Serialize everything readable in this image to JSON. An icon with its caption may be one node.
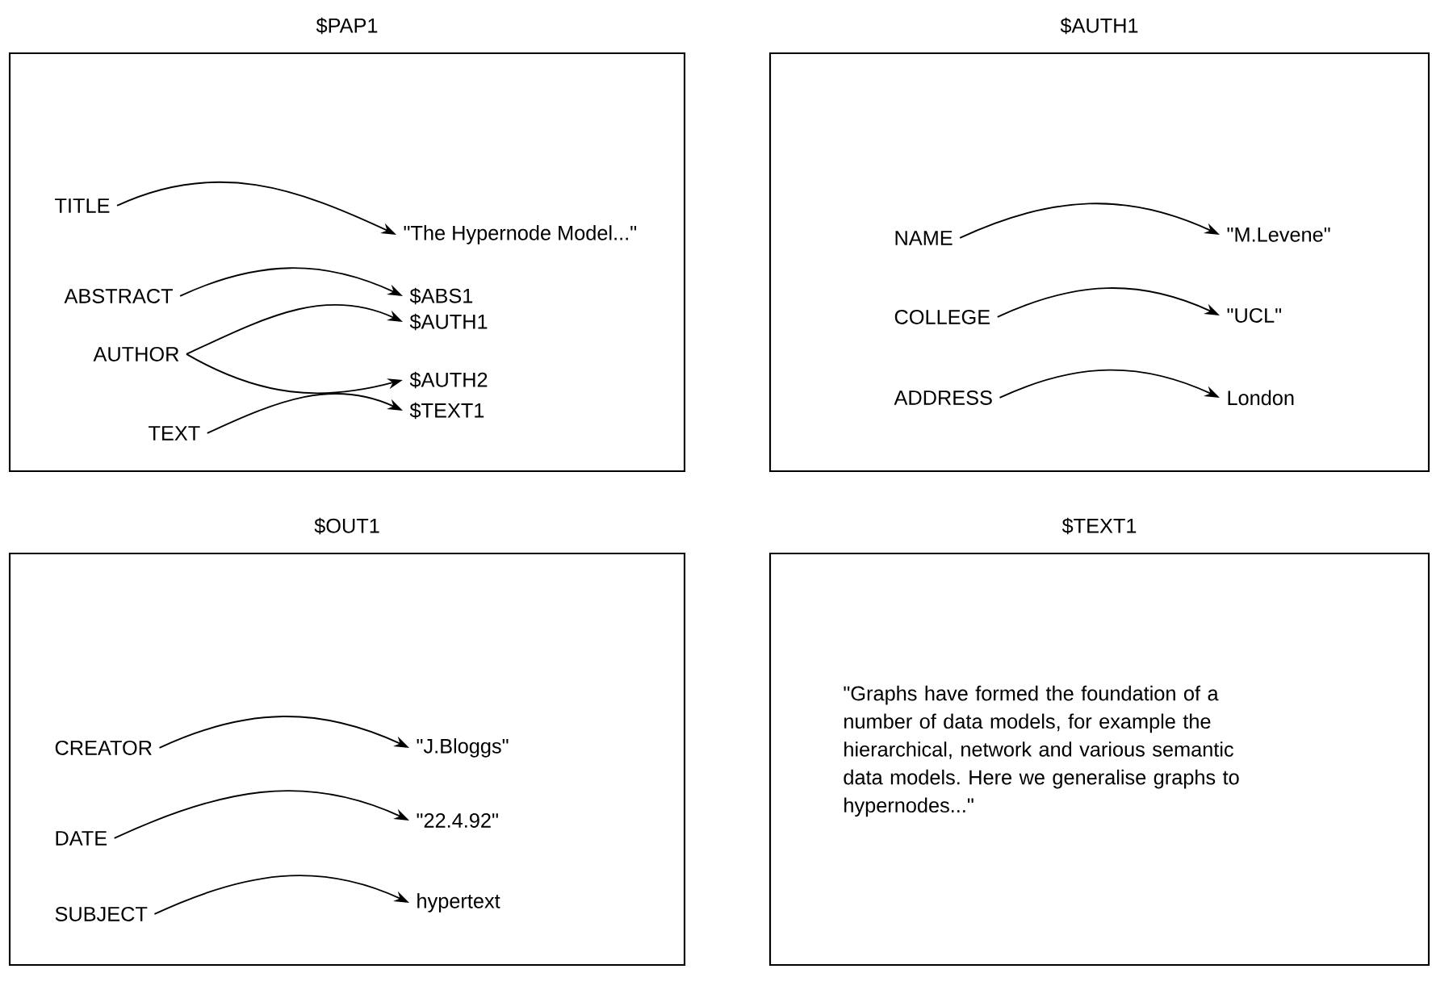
{
  "diagram": {
    "nodes": [
      {
        "text": [
          "$PAP1"
        ]
      },
      {
        "text": [
          "TITLE"
        ],
        "in": 0
      },
      {
        "text": [
          "\"The Hypernode Model...\""
        ],
        "in": 0
      },
      {
        "text": [
          "ABSTRACT"
        ],
        "in": 0
      },
      {
        "text": [
          "$ABS1"
        ],
        "in": 0
      },
      {
        "text": [
          "AUTHOR"
        ],
        "in": 0
      },
      {
        "text": [
          "$AUTH1"
        ],
        "in": 0
      },
      {
        "text": [
          "$AUTH2"
        ],
        "in": 0
      },
      {
        "text": [
          "TEXT"
        ],
        "in": 0
      },
      {
        "text": [
          "$TEXT1"
        ],
        "in": 0
      },
      {
        "text": [
          "$AUTH1"
        ]
      },
      {
        "text": [
          "NAME"
        ],
        "in": 10
      },
      {
        "text": [
          "\"M.Levene\""
        ],
        "in": 10
      },
      {
        "text": [
          "COLLEGE"
        ],
        "in": 10
      },
      {
        "text": [
          "\"UCL\""
        ],
        "in": 10
      },
      {
        "text": [
          "ADDRESS"
        ],
        "in": 10
      },
      {
        "text": [
          "London"
        ],
        "in": 10
      },
      {
        "text": [
          "$OUT1"
        ]
      },
      {
        "text": [
          "CREATOR"
        ],
        "in": 17
      },
      {
        "text": [
          "\"J.Bloggs\""
        ],
        "in": 17
      },
      {
        "text": [
          "DATE"
        ],
        "in": 17
      },
      {
        "text": [
          "\"22.4.92\""
        ],
        "in": 17
      },
      {
        "text": [
          "SUBJECT"
        ],
        "in": 17
      },
      {
        "text": [
          "hypertext"
        ],
        "in": 17
      },
      {
        "text": [
          "$TEXT1",
          "\"Graphs have formed the foundation of a number of data models, for example the hierarchical, network and various semantic data models. Here we generalise graphs to hypernodes...\""
        ]
      }
    ],
    "edges": [
      {
        "from": 1,
        "to": 2,
        "arrow": "to"
      },
      {
        "from": 3,
        "to": 4,
        "arrow": "to"
      },
      {
        "from": 5,
        "to": 6,
        "arrow": "to"
      },
      {
        "from": 5,
        "to": 7,
        "arrow": "to"
      },
      {
        "from": 8,
        "to": 9,
        "arrow": "to"
      },
      {
        "from": 11,
        "to": 12,
        "arrow": "to"
      },
      {
        "from": 13,
        "to": 14,
        "arrow": "to"
      },
      {
        "from": 15,
        "to": 16,
        "arrow": "to"
      },
      {
        "from": 18,
        "to": 19,
        "arrow": "to"
      },
      {
        "from": 20,
        "to": 21,
        "arrow": "to"
      },
      {
        "from": 22,
        "to": 23,
        "arrow": "to"
      }
    ]
  }
}
